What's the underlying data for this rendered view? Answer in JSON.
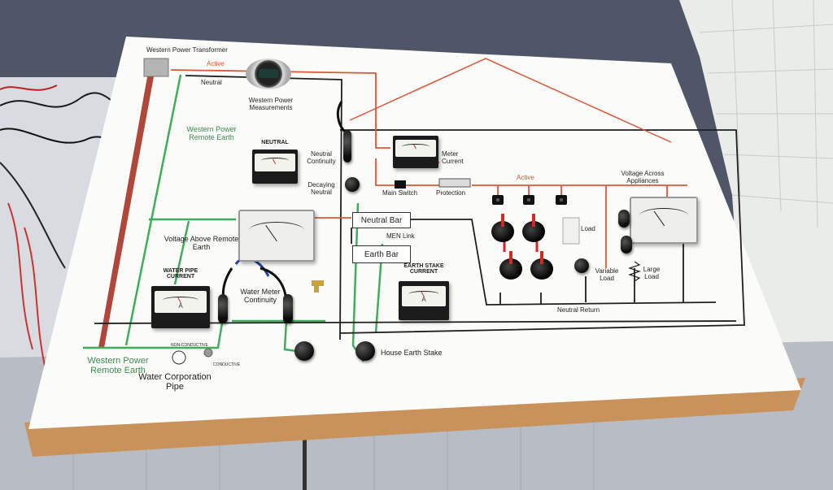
{
  "labels": {
    "transformer": "Western Power Transformer",
    "active_top": "Active",
    "neutral_top": "Neutral",
    "measurements": "Western Power Measurements",
    "wp_remote_earth_top": "Western Power Remote Earth",
    "neutral_meter_caption": "NEUTRAL",
    "neutral_continuity": "Neutral Continuity",
    "decaying_neutral": "Decaying Neutral",
    "meter_current": "Meter Current",
    "main_switch": "Main Switch",
    "protection": "Protection",
    "active_right": "Active",
    "voltage_across": "Voltage Across Appliances",
    "neutral_bar": "Neutral Bar",
    "men_link": "MEN Link",
    "earth_bar": "Earth Bar",
    "voltage_above": "Voltage Above Remote Earth",
    "load": "Load",
    "variable_load": "Variable Load",
    "large_load": "Large Load",
    "water_pipe_current": "WATER PIPE CURRENT",
    "water_meter_continuity": "Water Meter Continuity",
    "earth_stake_current": "EARTH STAKE CURRENT",
    "neutral_return": "Neutral Return",
    "wp_remote_earth_bottom": "Western Power Remote Earth",
    "house_earth_stake": "House Earth Stake",
    "water_corp_pipe": "Water Corporation Pipe",
    "non_conductive": "NON-CONDUCTIVE",
    "conductive": "CONDUCTIVE",
    "meter_unit_a": "A"
  },
  "colors": {
    "active_wire": "#d9583a",
    "earth_wire": "#3fae5a",
    "neutral_wire": "#1f1f1f",
    "transformer_bar": "#b0473a",
    "board": "#fbfbf9",
    "wood_frame": "#c9925a"
  }
}
